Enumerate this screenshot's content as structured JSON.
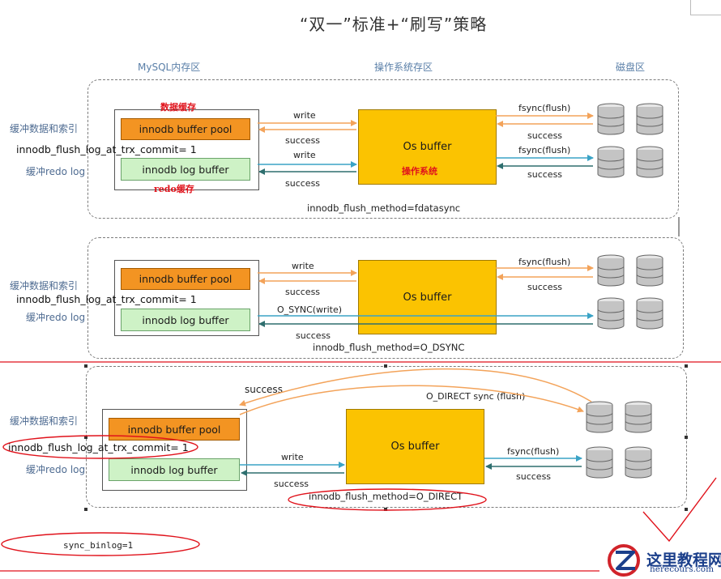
{
  "title": "“双一”标准+“刷写”策略",
  "regions": {
    "memory": "MySQL内存区",
    "os": "操作系统存区",
    "disk": "磁盘区"
  },
  "panel1": {
    "side_data": "缓冲数据和索引",
    "side_redo": "缓冲redo log",
    "commit": "innodb_flush_log_at_trx_commit= 1",
    "pool": "innodb buffer pool",
    "logbuf": "innodb log buffer",
    "os": "Os buffer",
    "note_pool": "数据缓存",
    "note_log": "redo缓存",
    "note_os": "操作系统",
    "write1": "write",
    "success1": "success",
    "write2": "write",
    "success2": "success",
    "fsync1": "fsync(flush)",
    "success3": "success",
    "fsync2": "fsync(flush)",
    "success4": "success",
    "method": "innodb_flush_method=fdatasync"
  },
  "panel2": {
    "side_data": "缓冲数据和索引",
    "side_redo": "缓冲redo log",
    "commit": "innodb_flush_log_at_trx_commit= 1",
    "pool": "innodb buffer pool",
    "logbuf": "innodb log buffer",
    "os": "Os buffer",
    "write1": "write",
    "success1": "success",
    "osync": "O_SYNC(write)",
    "success2": "success",
    "fsync1": "fsync(flush)",
    "success3": "success",
    "method": "innodb_flush_method=O_DSYNC"
  },
  "panel3": {
    "side_data": "缓冲数据和索引",
    "side_redo": "缓冲redo log",
    "commit": "innodb_flush_log_at_trx_commit= 1",
    "pool": "innodb buffer pool",
    "logbuf": "innodb log buffer",
    "os": "Os buffer",
    "success_top": "success",
    "odirect": "O_DIRECT  sync (flush)",
    "write1": "write",
    "success1": "success",
    "fsync1": "fsync(flush)",
    "success2": "success",
    "method": "innodb_flush_method=O_DIRECT"
  },
  "sync_binlog": "sync_binlog=1",
  "watermark": {
    "name": "这里教程网",
    "url": "herecours.com"
  },
  "colors": {
    "orange_arrow": "#f3a35a",
    "blue_arrow": "#3aa3c6",
    "dark_arrow": "#2f6f6f",
    "annotation_red": "#e0121b"
  }
}
